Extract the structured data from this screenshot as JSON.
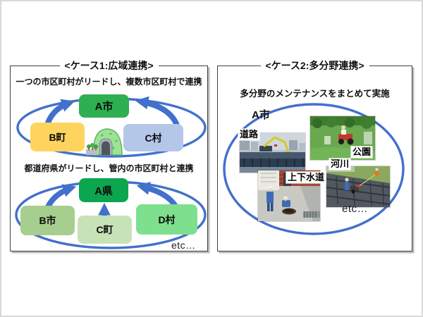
{
  "case1": {
    "title": "<ケース1:広域連携>",
    "note_top": "一つの市区町村がリードし、複数市区町村で連携",
    "top_diagram": {
      "lead": "A市",
      "member_left": "B町",
      "member_right": "C村"
    },
    "note_bottom": "都道府県がリードし、管内の市区町村と連携",
    "bottom_diagram": {
      "lead": "A県",
      "member_left": "B市",
      "member_center": "C町",
      "member_right": "D村"
    },
    "etc": "etc…"
  },
  "case2": {
    "title": "<ケース2:多分野連携>",
    "note": "多分野のメンテナンスをまとめて実施",
    "municipality": "A市",
    "field_labels": {
      "road": "道路",
      "park": "公園",
      "river": "河川",
      "water_sewer": "上下水道"
    },
    "etc": "etc…"
  },
  "colors": {
    "arrow_blue": "#4270cc",
    "lead_city_green": "#2eaf52",
    "prefecture_green": "#0ca64f",
    "town_yellow": "#ffd45e",
    "village_periwinkle": "#b5c7e8",
    "city_sage_green": "#a6ce8e",
    "town_pale_green": "#c8e2b8",
    "village_mint_green": "#7ee08f"
  }
}
